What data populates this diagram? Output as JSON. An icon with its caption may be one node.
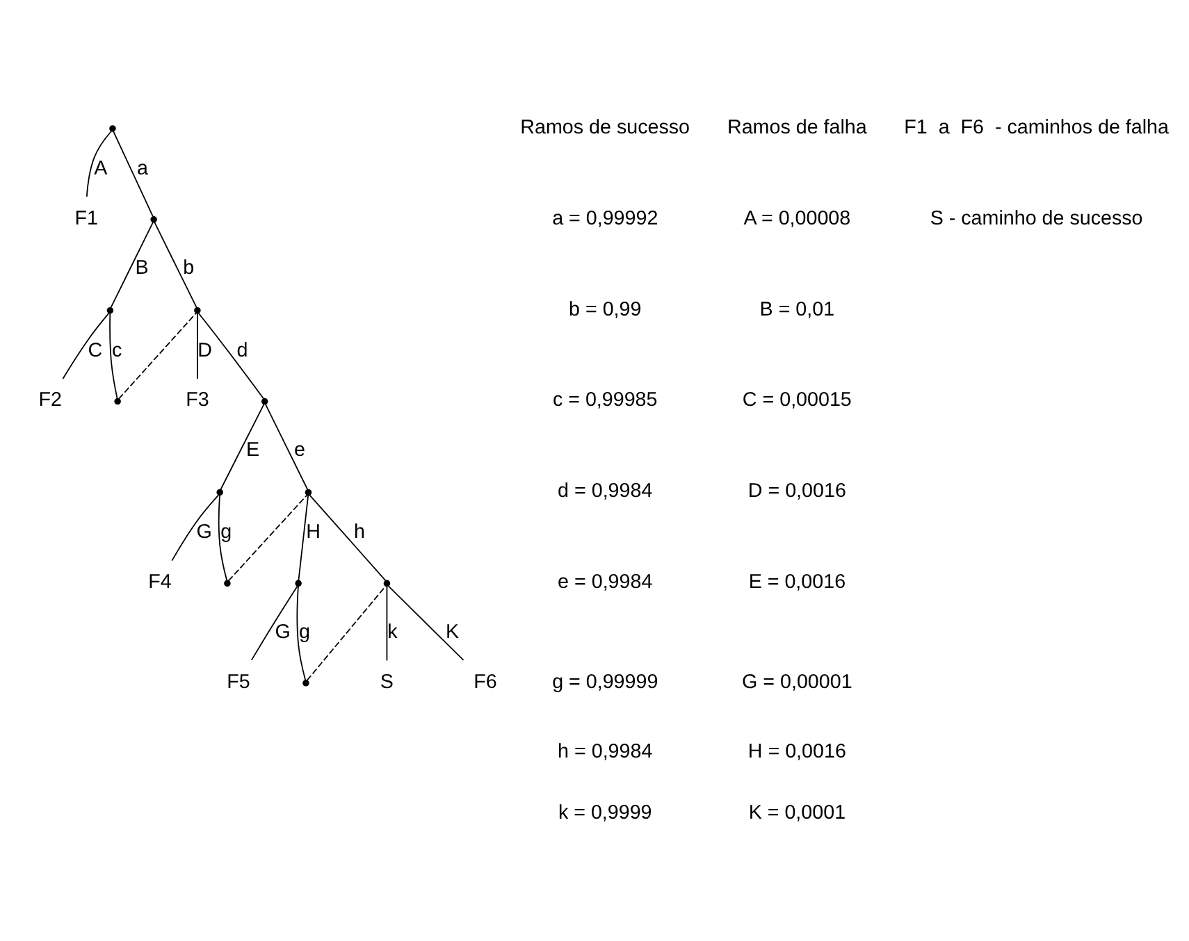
{
  "diagram": {
    "nodes": [
      {
        "text": [],
        "shape": "point"
      },
      {
        "text": [
          "F1"
        ]
      },
      {
        "text": [],
        "shape": "point"
      },
      {
        "text": [],
        "shape": "point"
      },
      {
        "text": [
          "F2"
        ]
      },
      {
        "text": [],
        "shape": "point"
      },
      {
        "text": [],
        "shape": "point"
      },
      {
        "text": [
          "F3"
        ]
      },
      {
        "text": [],
        "shape": "point"
      },
      {
        "text": [],
        "shape": "point"
      },
      {
        "text": [
          "F4"
        ]
      },
      {
        "text": [],
        "shape": "point"
      },
      {
        "text": [],
        "shape": "point"
      },
      {
        "text": [],
        "shape": "point"
      },
      {
        "text": [
          "F5"
        ]
      },
      {
        "text": [],
        "shape": "point"
      },
      {
        "text": [],
        "shape": "point"
      },
      {
        "text": [
          "S"
        ]
      },
      {
        "text": [
          "F6"
        ]
      }
    ],
    "edges": [
      {
        "from": 0,
        "to": 2,
        "arrow": "none",
        "label": "a"
      },
      {
        "from": 0,
        "to": 1,
        "arrow": "none",
        "label": "A"
      },
      {
        "from": 2,
        "to": 6,
        "arrow": "none",
        "label": "b"
      },
      {
        "from": 2,
        "to": 3,
        "arrow": "none",
        "label": "B"
      },
      {
        "from": 3,
        "to": 5,
        "arrow": "none",
        "label": "c"
      },
      {
        "from": 3,
        "to": 4,
        "arrow": "none",
        "label": "C"
      },
      {
        "from": 5,
        "to": 6,
        "arrow": "none",
        "style": "dashed"
      },
      {
        "from": 6,
        "to": 8,
        "arrow": "none",
        "label": "d"
      },
      {
        "from": 6,
        "to": 7,
        "arrow": "none",
        "label": "D"
      },
      {
        "from": 8,
        "to": 12,
        "arrow": "none",
        "label": "e"
      },
      {
        "from": 8,
        "to": 9,
        "arrow": "none",
        "label": "E"
      },
      {
        "from": 9,
        "to": 11,
        "arrow": "none",
        "label": "g"
      },
      {
        "from": 9,
        "to": 10,
        "arrow": "none",
        "label": "G"
      },
      {
        "from": 11,
        "to": 12,
        "arrow": "none",
        "style": "dashed"
      },
      {
        "from": 12,
        "to": 16,
        "arrow": "none",
        "label": "h"
      },
      {
        "from": 12,
        "to": 13,
        "arrow": "none",
        "label": "H"
      },
      {
        "from": 13,
        "to": 15,
        "arrow": "none",
        "label": "g"
      },
      {
        "from": 13,
        "to": 14,
        "arrow": "none",
        "label": "G"
      },
      {
        "from": 15,
        "to": 16,
        "arrow": "none",
        "style": "dashed"
      },
      {
        "from": 16,
        "to": 17,
        "arrow": "none",
        "label": "k"
      },
      {
        "from": 16,
        "to": 18,
        "arrow": "none",
        "label": "K"
      }
    ],
    "labels": [
      "Ramos de sucesso",
      "a = 0,99992",
      "b = 0,99",
      "c = 0,99985",
      "d = 0,9984",
      "e = 0,9984",
      "g = 0,99999",
      "h = 0,9984",
      "k = 0,9999",
      "Ramos de falha",
      "A = 0,00008",
      "B = 0,01",
      "C = 0,00015",
      "D = 0,0016",
      "E = 0,0016",
      "G = 0,00001",
      "H = 0,0016",
      "K = 0,0001",
      "F1  a  F6  - caminhos de falha",
      "S - caminho de sucesso"
    ]
  }
}
